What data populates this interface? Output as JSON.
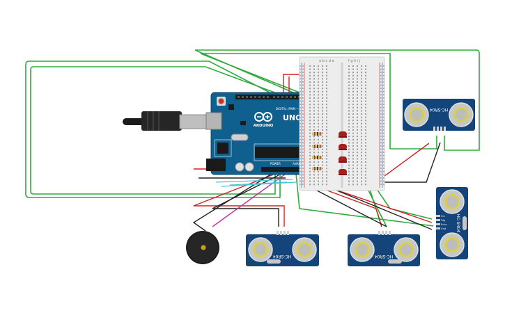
{
  "arduino": {
    "brand": "ARDUINO",
    "model": "UNO",
    "digital_label": "DIGITAL (PWM ~)",
    "power_label": "POWER",
    "analog_label": "ANALOG IN",
    "brand_color": "#0f5f8f"
  },
  "sensors": [
    {
      "label": "HC-SR04"
    },
    {
      "label": "HC-SR04"
    },
    {
      "label": "HC-SR04"
    },
    {
      "label": "HC-SR04"
    }
  ],
  "sensor_pins": [
    "Vcc",
    "Trig",
    "Echo",
    "Gnd"
  ],
  "breadboard": {
    "col_letters_left": "a b c d e",
    "col_letters_right": "f g h i j"
  },
  "components": {
    "buzzer": "piezo-buzzer",
    "leds": 4,
    "resistors": 4,
    "usb": "usb-b-cable"
  },
  "colors": {
    "wire_green": "#2eaa3c",
    "wire_red": "#d42020",
    "wire_black": "#222222",
    "wire_magenta": "#c0309a",
    "wire_cyan": "#4fc3d6",
    "sensor_board": "#13457a",
    "led": "#a81e1e"
  }
}
